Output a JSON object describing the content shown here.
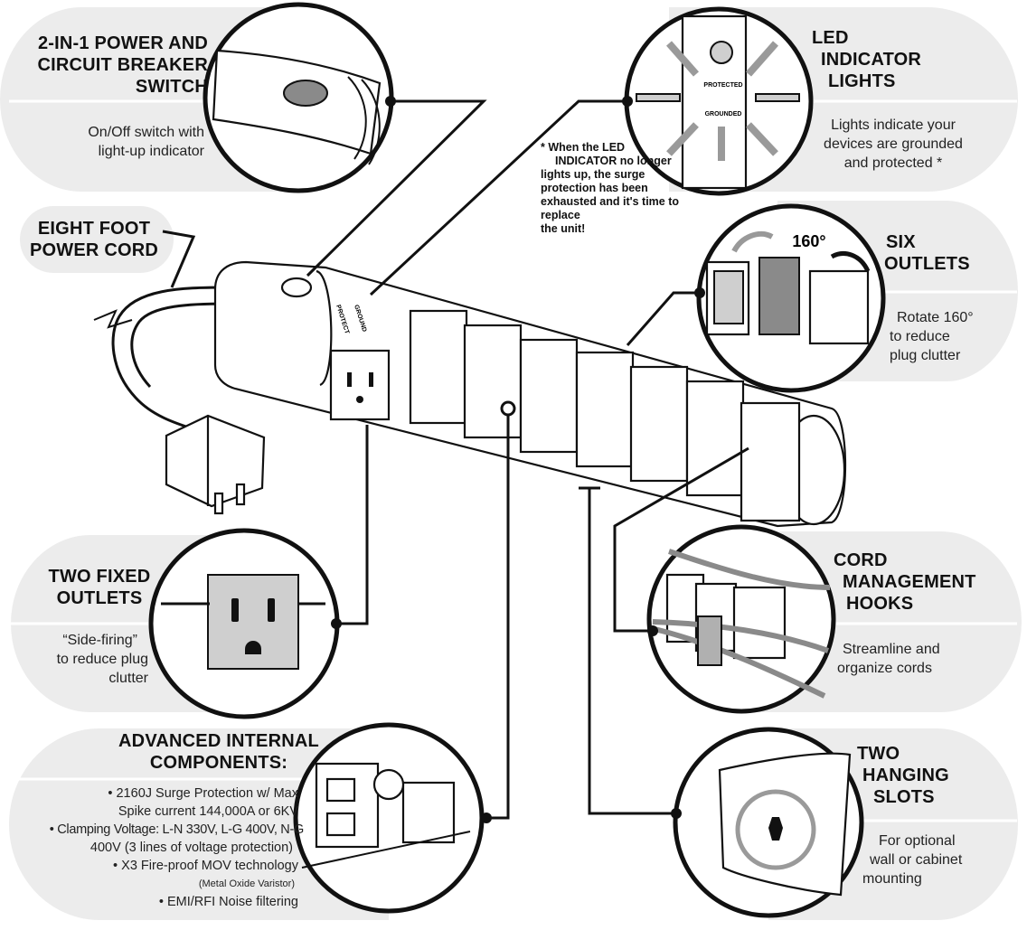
{
  "callouts": {
    "power_switch": {
      "title_lines": [
        "2-IN-1 POWER AND",
        "CIRCUIT BREAKER",
        "SWITCH"
      ],
      "desc_lines": [
        "On/Off switch with",
        "light-up indicator"
      ]
    },
    "led": {
      "title_lines": [
        "LED",
        "INDICATOR",
        "LIGHTS"
      ],
      "desc_lines": [
        "Lights indicate your",
        "devices are grounded",
        "and protected *"
      ]
    },
    "power_cord": {
      "title_lines": [
        "EIGHT FOOT",
        "POWER CORD"
      ]
    },
    "six_outlets": {
      "title_lines": [
        "SIX",
        "OUTLETS"
      ],
      "desc_lines": [
        "Rotate 160°",
        "to reduce",
        "plug clutter"
      ],
      "angle_label": "160°"
    },
    "fixed_outlets": {
      "title_lines": [
        "TWO FIXED",
        "OUTLETS"
      ],
      "desc_lines": [
        "“Side-firing”",
        "to reduce plug",
        "clutter"
      ]
    },
    "hooks": {
      "title_lines": [
        "CORD",
        "MANAGEMENT",
        "HOOKS"
      ],
      "desc_lines": [
        "Streamline and",
        "organize cords"
      ]
    },
    "components": {
      "title_lines": [
        "ADVANCED INTERNAL",
        "COMPONENTS:"
      ],
      "bullets": [
        "• 2160J Surge Protection w/ Max",
        "Spike current 144,000A or 6KV",
        "• Clamping Voltage: L-N 330V, L-G 400V, N-G",
        "400V (3 lines of voltage protection)",
        "• X3 Fire-proof MOV technology",
        "(Metal Oxide Varistor)",
        "• EMI/RFI Noise filtering"
      ]
    },
    "slots": {
      "title_lines": [
        "TWO",
        "HANGING",
        "SLOTS"
      ],
      "desc_lines": [
        "For optional",
        "wall or cabinet",
        "mounting"
      ]
    }
  },
  "led_note": [
    "* When the LED",
    "INDICATOR no longer",
    "lights up, the surge",
    "protection has been",
    "exhausted and it's time to replace",
    "the unit!"
  ],
  "led_labels": {
    "protected": "PROTECTED",
    "grounded": "GROUNDED"
  },
  "device_labels": {
    "protect": "PROTECT",
    "ground": "GROUND"
  }
}
